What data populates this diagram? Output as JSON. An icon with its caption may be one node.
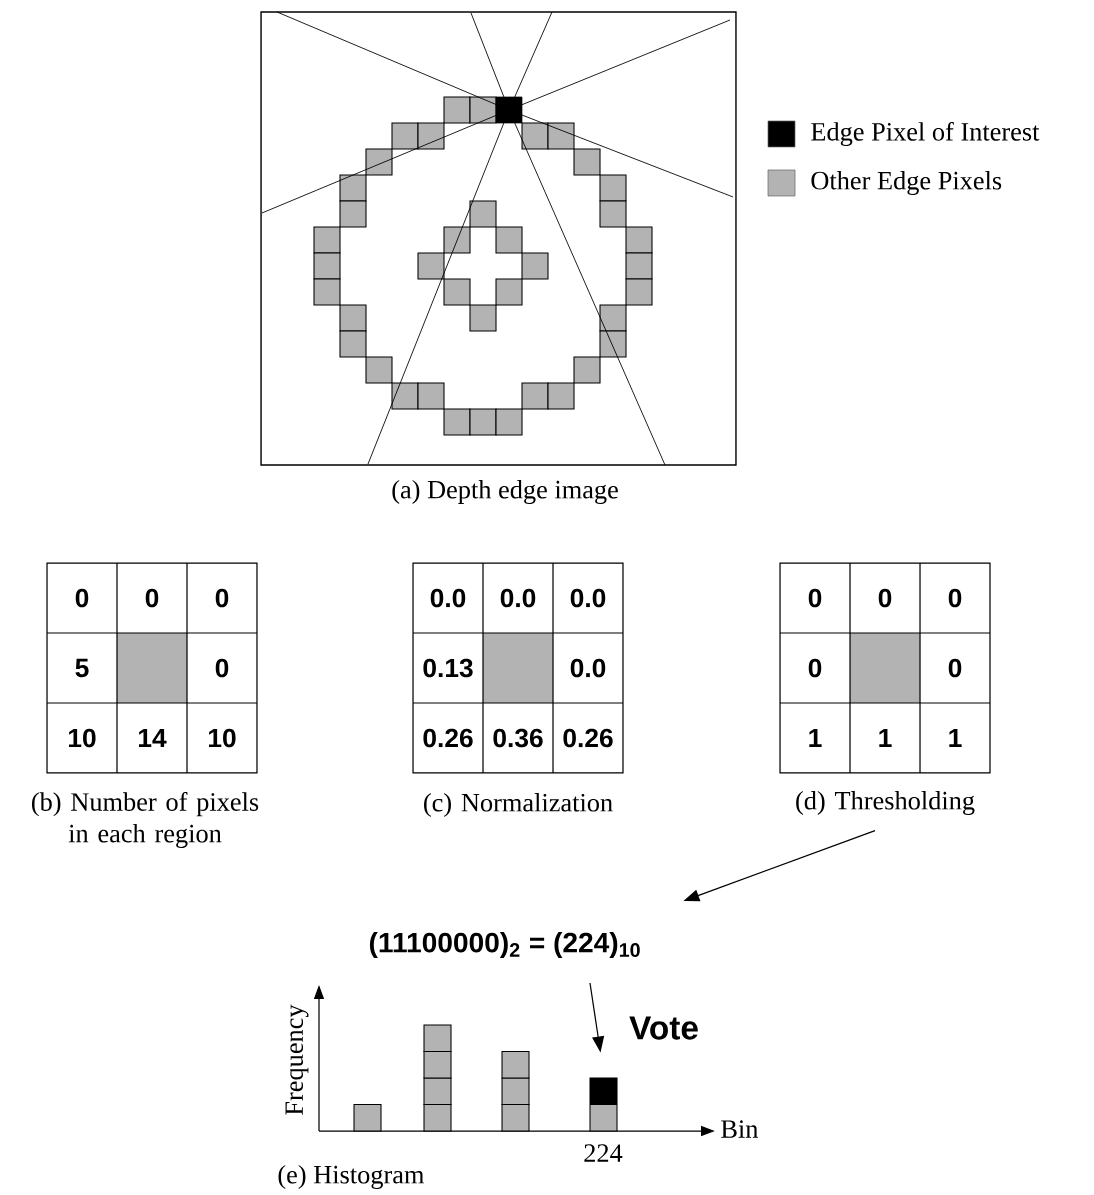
{
  "diagram": {
    "nodes": [
      {
        "text": [
          "(a) Depth edge image"
        ]
      },
      {
        "text": [
          "(b) Number of pixels in each region"
        ]
      },
      {
        "text": [
          "(c) Normalization"
        ]
      },
      {
        "text": [
          "(d) Thresholding"
        ]
      },
      {
        "text": [
          "(11100000)$_{2}$ = (224)$_{10}$"
        ]
      },
      {
        "text": [],
        "shape": "bar"
      }
    ],
    "edges": [
      {
        "from": 3,
        "to": 4,
        "arrow": "to"
      },
      {
        "from": 4,
        "to": 5,
        "arrow": "to",
        "label": "Vote"
      }
    ],
    "labels": [
      "0",
      "0",
      "0",
      "5",
      "0",
      "10",
      "14",
      "10",
      "0.0",
      "0.0",
      "0.0",
      "0.13",
      "0.0",
      "0.26",
      "0.36",
      "0.26",
      "0",
      "0",
      "0",
      "0",
      "0",
      "1",
      "1",
      "1",
      "Frequency",
      "Bin",
      "224",
      "(e) Histogram"
    ],
    "legend": [
      {
        "text": "Edge Pixel of Interest",
        "color": "#000000"
      },
      {
        "text": "Other Edge Pixels",
        "color": "#b3b3b3"
      }
    ]
  }
}
